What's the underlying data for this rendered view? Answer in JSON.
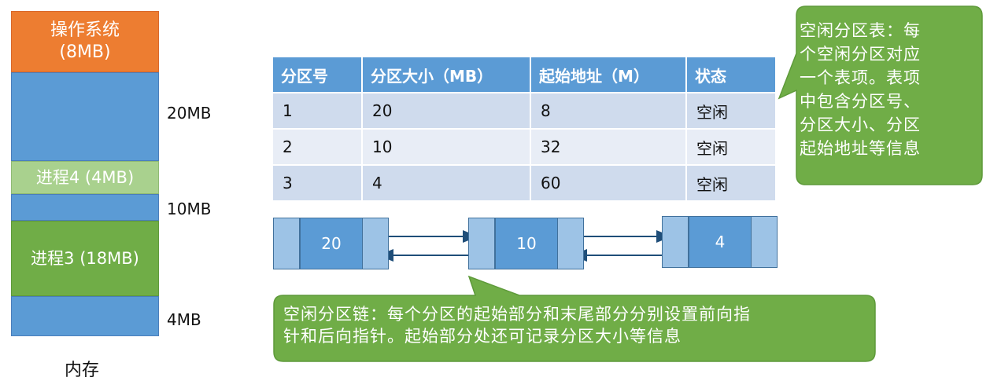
{
  "memory": {
    "caption": "内存",
    "blocks": [
      {
        "label": "操作系统",
        "sub": "(8MB)",
        "kind": "os"
      },
      {
        "label": "",
        "kind": "free"
      },
      {
        "label": "进程4 (4MB)",
        "kind": "process"
      },
      {
        "label": "",
        "kind": "free"
      },
      {
        "label": "进程3 (18MB)",
        "kind": "process"
      },
      {
        "label": "",
        "kind": "free"
      }
    ],
    "size_labels": [
      "20MB",
      "10MB",
      "4MB"
    ]
  },
  "table": {
    "headers": [
      "分区号",
      "分区大小（MB）",
      "起始地址（M）",
      "状态"
    ],
    "rows": [
      [
        "1",
        "20",
        "8",
        "空闲"
      ],
      [
        "2",
        "10",
        "32",
        "空闲"
      ],
      [
        "3",
        "4",
        "60",
        "空闲"
      ]
    ]
  },
  "callout_table": {
    "lines": [
      "空闲分区表：每",
      "个空闲分区对应",
      "一个表项。表项",
      "中包含分区号、",
      "分区大小、分区",
      "起始地址等信息"
    ]
  },
  "linked_list": {
    "nodes": [
      "20",
      "10",
      "4"
    ]
  },
  "callout_chain": {
    "lines": [
      "空闲分区链：每个分区的起始部分和末尾部分分别设置前向指",
      "针和后向指针。起始部分处还可记录分区大小等信息"
    ]
  },
  "colors": {
    "os": "#ed7d31",
    "free": "#5b9bd5",
    "process4": "#a9d18e",
    "process3": "#70ad47",
    "callout": "#70ad47",
    "node_end": "#9dc3e6"
  }
}
